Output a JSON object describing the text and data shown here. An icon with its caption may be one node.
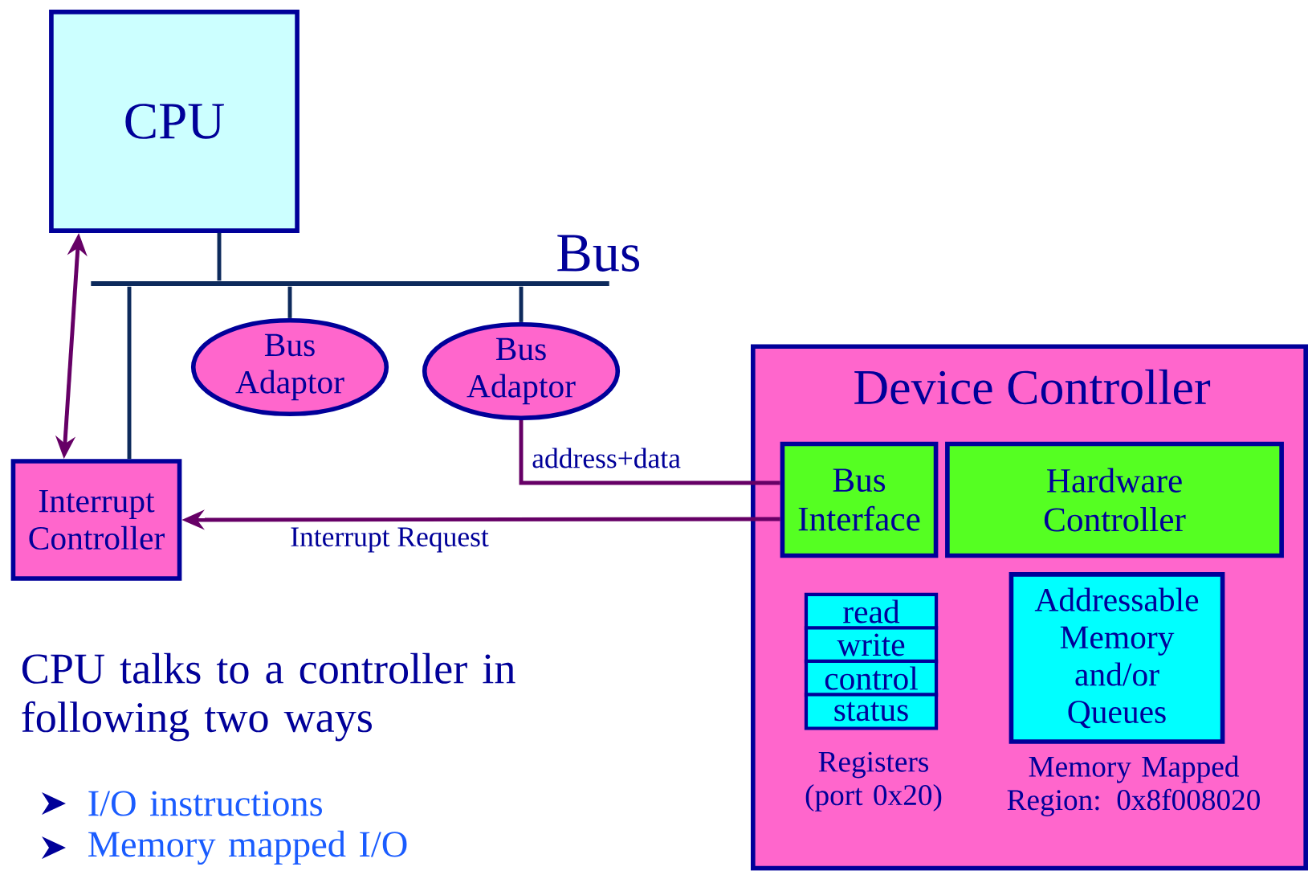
{
  "diagram": {
    "nodes": [
      {
        "text": [
          "CPU"
        ]
      },
      {
        "text": [
          "Bus"
        ]
      },
      {
        "text": [
          "Bus Adaptor"
        ]
      },
      {
        "text": [
          "Bus Adaptor"
        ]
      },
      {
        "text": [
          "Interrupt Controller"
        ]
      },
      {
        "text": [
          "Device Controller"
        ]
      },
      {
        "text": [
          "Bus Interface"
        ],
        "in": 5
      },
      {
        "text": [
          "Hardware Controller"
        ],
        "in": 5
      },
      {
        "text": [
          "read"
        ],
        "in": 5
      },
      {
        "text": [
          "write"
        ],
        "in": 5
      },
      {
        "text": [
          "control"
        ],
        "in": 5
      },
      {
        "text": [
          "status"
        ],
        "in": 5
      },
      {
        "text": [
          "Addressable Memory and/or Queues"
        ],
        "in": 5,
        "beside": [
          "Memory Mapped Region: 0x8f008020"
        ]
      }
    ],
    "edges": [
      {
        "from": 0,
        "to": 1,
        "arrow": "none"
      },
      {
        "from": 4,
        "to": 1,
        "arrow": "none"
      },
      {
        "from": 2,
        "to": 1,
        "arrow": "none"
      },
      {
        "from": 3,
        "to": 1,
        "arrow": "none"
      },
      {
        "from": 0,
        "to": 4,
        "arrow": "both",
        "color": "#660066"
      },
      {
        "from": 3,
        "to": 6,
        "arrow": "none",
        "label": "address+data",
        "color": "#660066"
      },
      {
        "from": 6,
        "to": 4,
        "arrow": "to",
        "label": "Interrupt Request",
        "color": "#660066"
      }
    ],
    "labels": [
      "Registers (port 0x20)",
      "CPU talks to a controller in following two ways",
      "I/O instructions",
      "Memory mapped I/O"
    ]
  }
}
